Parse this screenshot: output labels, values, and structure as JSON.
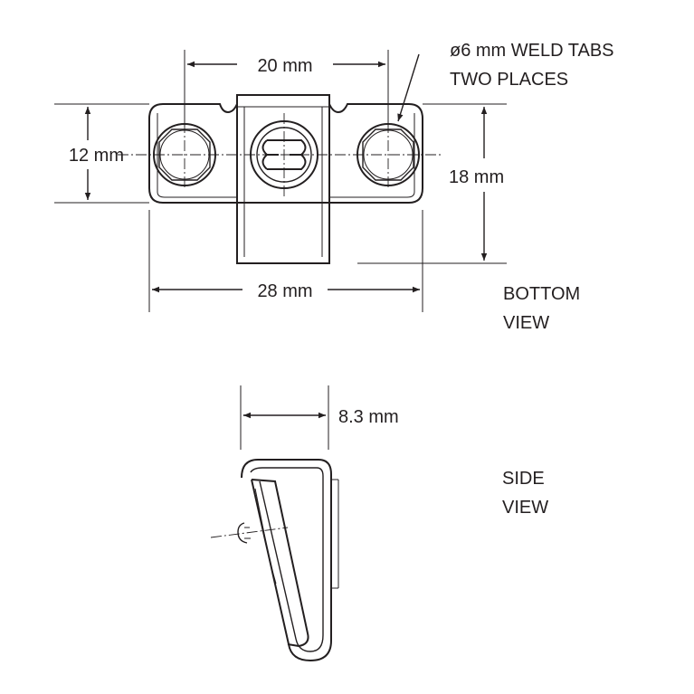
{
  "bottom_view": {
    "dim_top": "20 mm",
    "dim_left": "12 mm",
    "dim_right": "18 mm",
    "dim_bottom": "28 mm",
    "callout_line1": "ø6 mm WELD TABS",
    "callout_line2": "TWO PLACES",
    "caption_line1": "BOTTOM",
    "caption_line2": "VIEW"
  },
  "side_view": {
    "dim_width": "8.3 mm",
    "caption_line1": "SIDE",
    "caption_line2": "VIEW"
  },
  "colors": {
    "ink": "#231f20",
    "background": "#ffffff"
  }
}
